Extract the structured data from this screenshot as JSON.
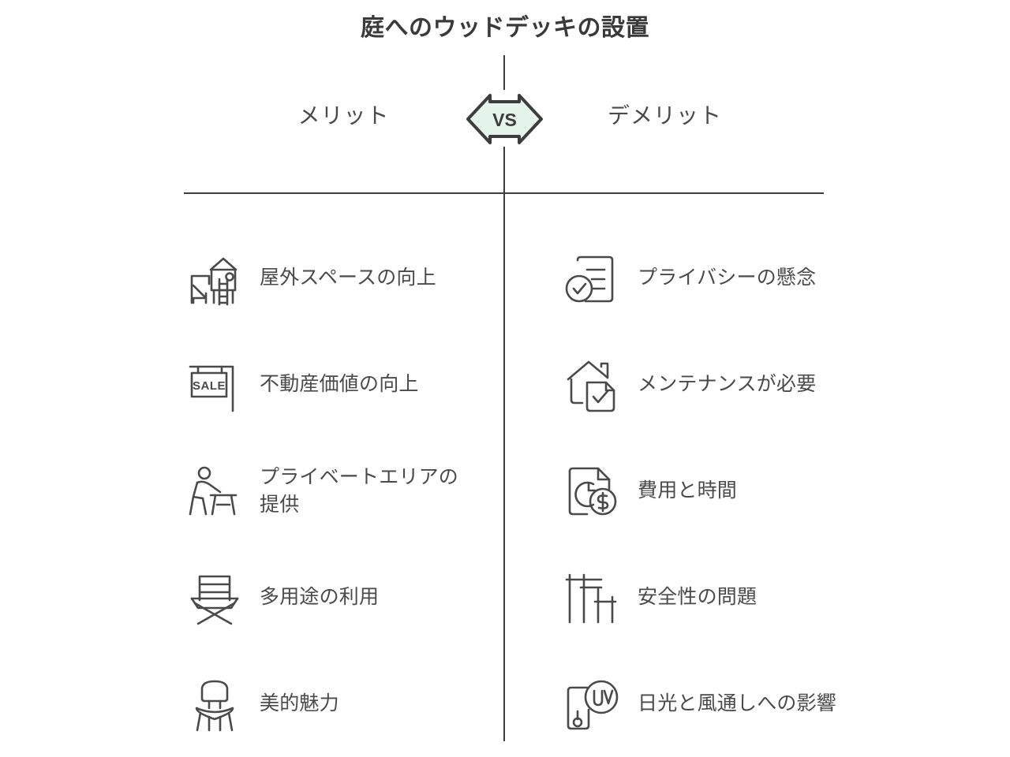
{
  "header": {
    "title": "庭へのウッドデッキの設置",
    "vs_label": "VS"
  },
  "columns": {
    "left_heading": "メリット",
    "right_heading": "デメリット"
  },
  "colors": {
    "background": "#ffffff",
    "line": "#3d3d3d",
    "text": "#4a4a4a",
    "title_text": "#3a3a3a",
    "icon_stroke": "#4a4a4a",
    "vs_fill": "#e4f4ea",
    "vs_stroke": "#3d3d3d"
  },
  "pros": [
    {
      "icon": "playhouse-icon",
      "label": "屋外スペースの向上"
    },
    {
      "icon": "sale-sign-icon",
      "label": "不動産価値の向上"
    },
    {
      "icon": "person-seated-icon",
      "label": "プライベートエリアの提供"
    },
    {
      "icon": "director-chair-icon",
      "label": "多用途の利用"
    },
    {
      "icon": "stool-chair-icon",
      "label": "美的魅力"
    }
  ],
  "cons": [
    {
      "icon": "document-check-icon",
      "label": "プライバシーの懸念"
    },
    {
      "icon": "house-checklist-icon",
      "label": "メンテナンスが必要"
    },
    {
      "icon": "cost-time-icon",
      "label": "費用と時間"
    },
    {
      "icon": "railing-posts-icon",
      "label": "安全性の問題"
    },
    {
      "icon": "uv-window-icon",
      "label": "日光と風通しへの影響"
    }
  ],
  "icon_labels": {
    "sale_text": "SALE",
    "uv_text": "UV",
    "dollar_text": "$"
  }
}
